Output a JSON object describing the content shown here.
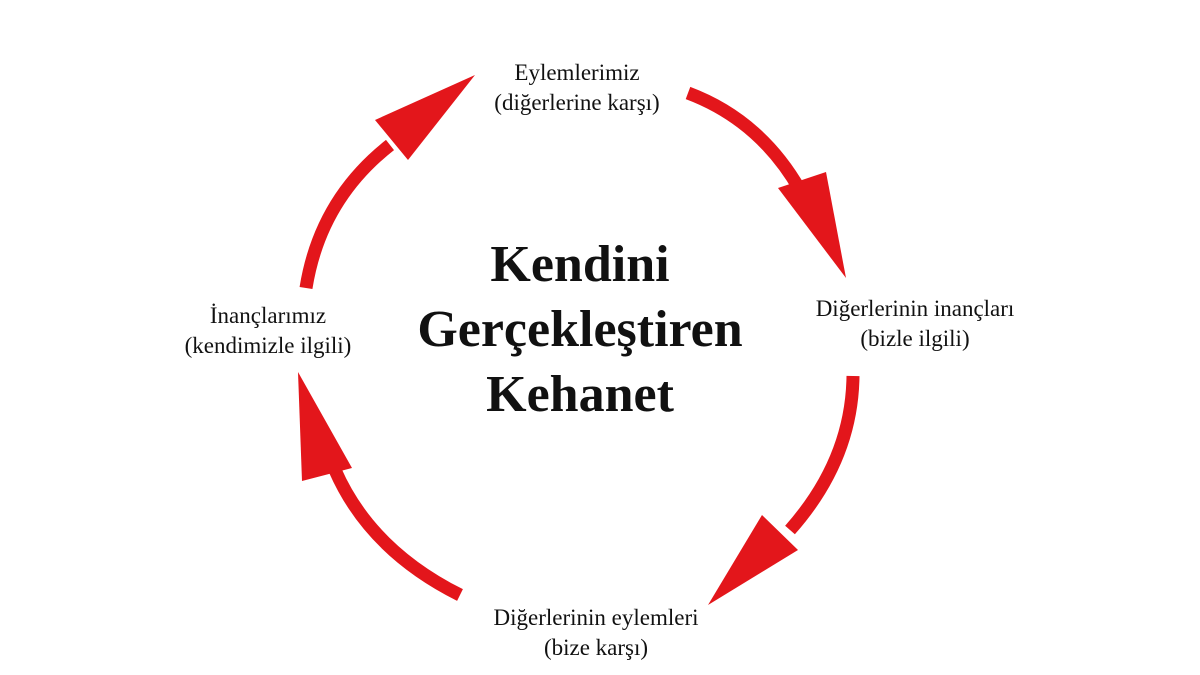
{
  "diagram": {
    "title_lines": [
      "Kendini",
      "Gerçekleştiren",
      "Kehanet"
    ],
    "arrow_color": "#e3161b",
    "nodes": [
      {
        "id": "top",
        "line1": "Eylemlerimiz",
        "line2": "(diğerlerine karşı)"
      },
      {
        "id": "right",
        "line1": "Diğerlerinin inançları",
        "line2": "(bizle ilgili)"
      },
      {
        "id": "bottom",
        "line1": "Diğerlerinin eylemleri",
        "line2": "(bize karşı)"
      },
      {
        "id": "left",
        "line1": "İnançlarımız",
        "line2": "(kendimizle ilgili)"
      }
    ],
    "cycle_order": [
      "top",
      "right",
      "bottom",
      "left",
      "top"
    ]
  }
}
